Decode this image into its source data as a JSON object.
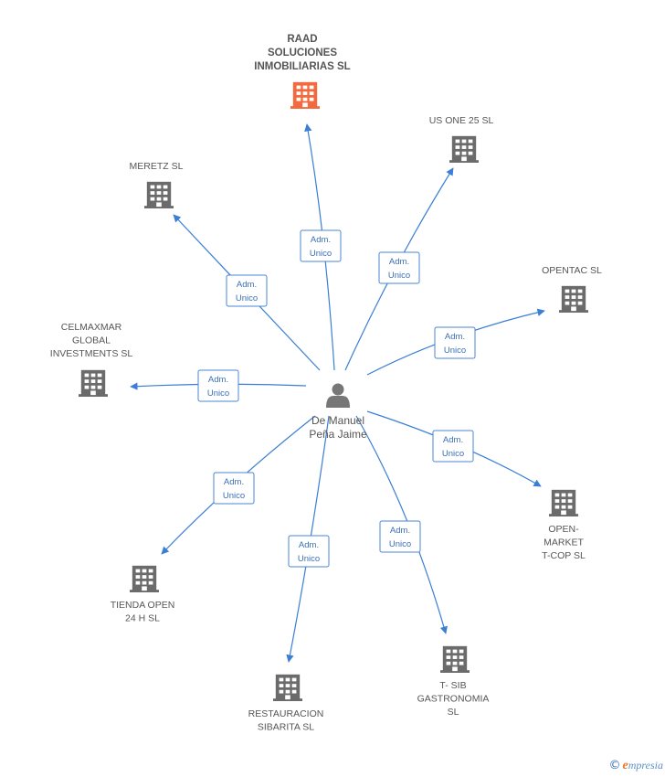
{
  "colors": {
    "edge": "#3a7fd5",
    "company": "#6b6b6b",
    "highlight": "#f26a3d",
    "person": "#777777",
    "text": "#555555"
  },
  "center": {
    "label_lines": [
      "De Manuel",
      "Peña Jaime"
    ],
    "icon": "person-icon"
  },
  "edge_label_lines": [
    "Adm.",
    "Unico"
  ],
  "nodes": [
    {
      "id": "raad",
      "label_lines": [
        "RAAD",
        "SOLUCIONES",
        "INMOBILIARIAS SL"
      ],
      "highlight": true
    },
    {
      "id": "usone",
      "label_lines": [
        "US ONE 25 SL"
      ]
    },
    {
      "id": "meretz",
      "label_lines": [
        "MERETZ SL"
      ]
    },
    {
      "id": "opentac",
      "label_lines": [
        "OPENTAC SL"
      ]
    },
    {
      "id": "celmaxmar",
      "label_lines": [
        "CELMAXMAR",
        "GLOBAL",
        "INVESTMENTS SL"
      ]
    },
    {
      "id": "openmarket",
      "label_lines": [
        "OPEN-",
        "MARKET",
        "T-COP SL"
      ]
    },
    {
      "id": "tienda",
      "label_lines": [
        "TIENDA OPEN",
        "24 H SL"
      ]
    },
    {
      "id": "tsib",
      "label_lines": [
        "T- SIB",
        "GASTRONOMIA",
        "SL"
      ]
    },
    {
      "id": "restauracion",
      "label_lines": [
        "RESTAURACION",
        "SIBARITA SL"
      ]
    }
  ],
  "watermark": {
    "copyright": "©",
    "brand_initial": "e",
    "brand_rest": "mpresia"
  }
}
